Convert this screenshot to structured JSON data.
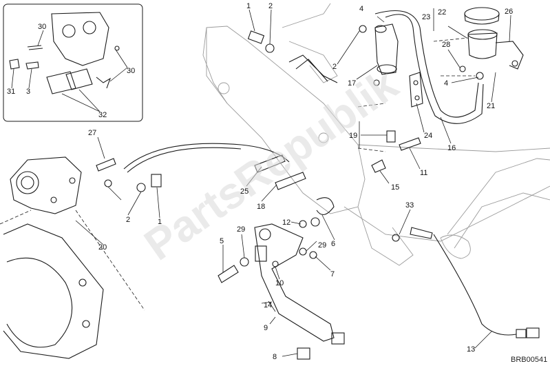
{
  "diagram": {
    "watermark": "PartsRepublik",
    "drawing_code": "BRB00541",
    "callouts": [
      "1",
      "2",
      "2",
      "4",
      "17",
      "22",
      "23",
      "26",
      "28",
      "4",
      "21",
      "16",
      "24",
      "19",
      "11",
      "15",
      "27",
      "25",
      "18",
      "12",
      "6",
      "29",
      "5",
      "29",
      "10",
      "7",
      "9",
      "14",
      "8",
      "33",
      "13",
      "3",
      "20",
      "1",
      "2"
    ],
    "inset_callouts": [
      "30",
      "31",
      "3",
      "30",
      "32"
    ]
  }
}
